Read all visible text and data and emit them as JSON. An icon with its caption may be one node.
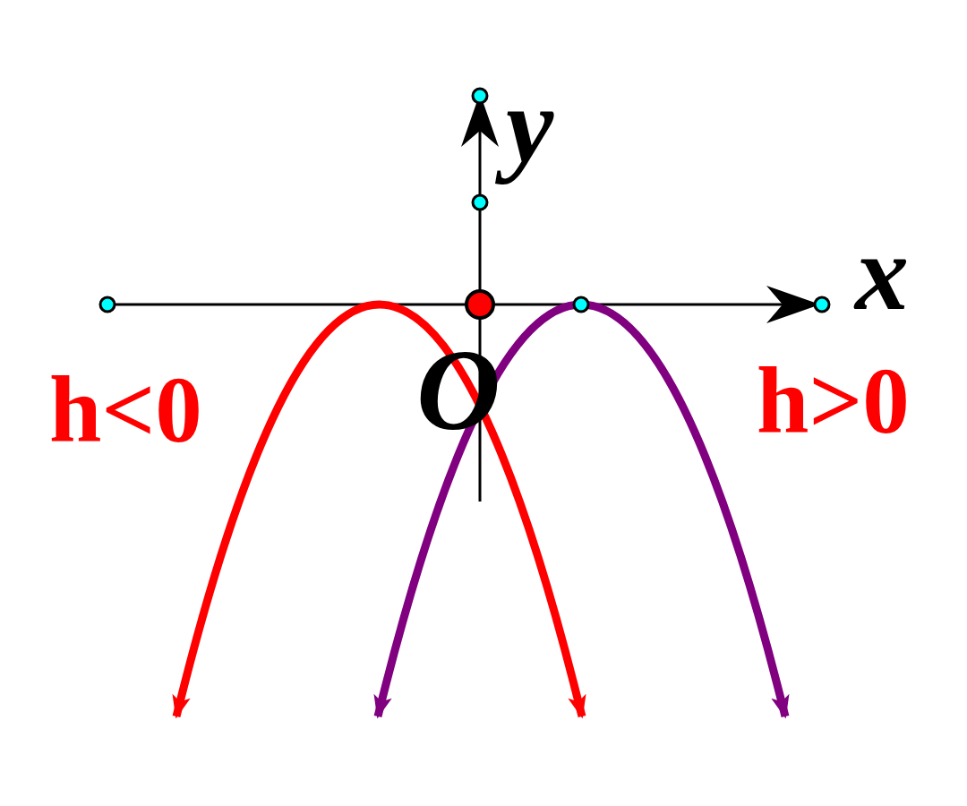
{
  "diagram": {
    "labels": [
      "y",
      "x",
      "O",
      "h<0",
      "h>0"
    ]
  }
}
